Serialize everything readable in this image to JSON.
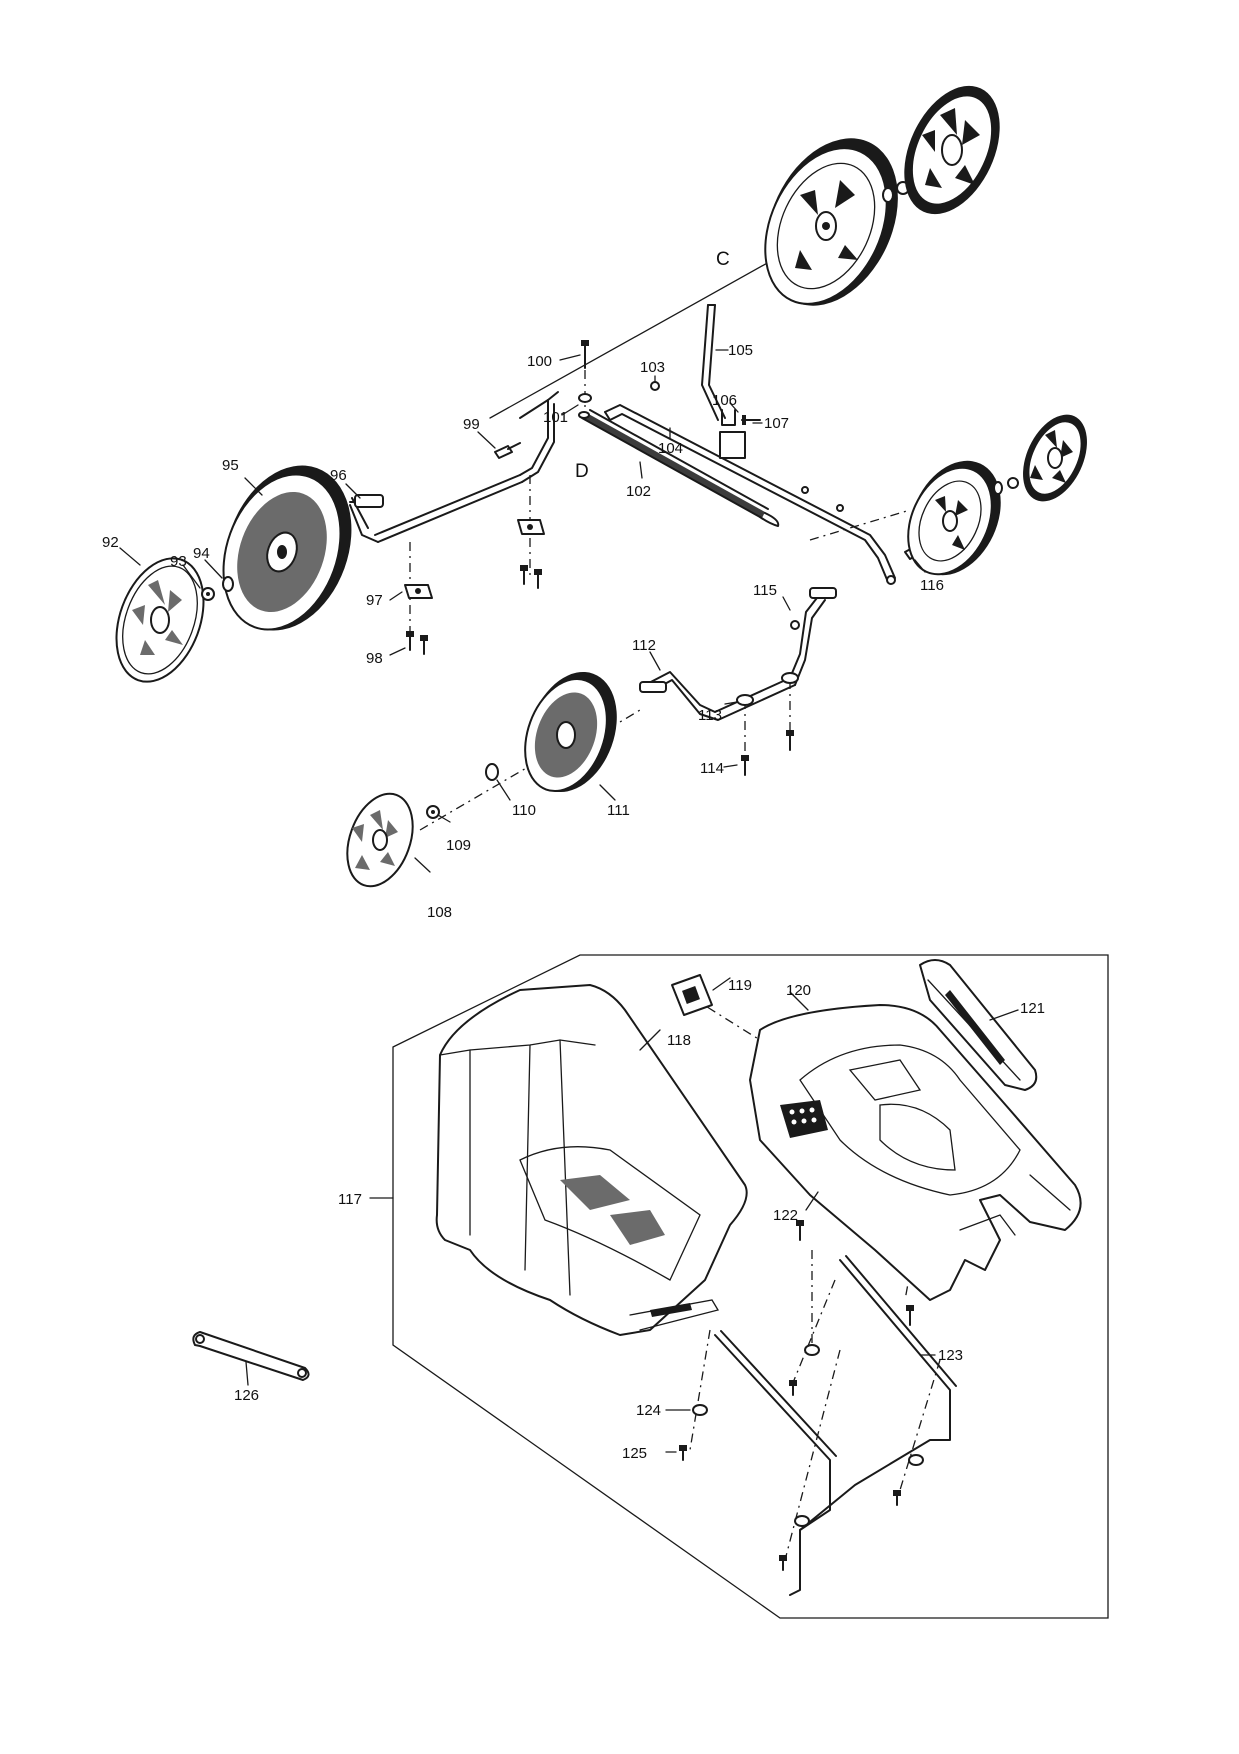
{
  "diagram": {
    "labels": {
      "c": "C",
      "d": "D",
      "p92": "92",
      "p93": "93",
      "p94": "94",
      "p95": "95",
      "p96": "96",
      "p97": "97",
      "p98": "98",
      "p99": "99",
      "p100": "100",
      "p101": "101",
      "p102": "102",
      "p103": "103",
      "p104": "104",
      "p105": "105",
      "p106": "106",
      "p107": "107",
      "p108": "108",
      "p109": "109",
      "p110": "110",
      "p111": "111",
      "p112": "112",
      "p113": "113",
      "p114": "114",
      "p115": "115",
      "p116": "116",
      "p117": "117",
      "p118": "118",
      "p119": "119",
      "p120": "120",
      "p121": "121",
      "p122": "122",
      "p123": "123",
      "p124": "124",
      "p125": "125",
      "p126": "126"
    }
  }
}
